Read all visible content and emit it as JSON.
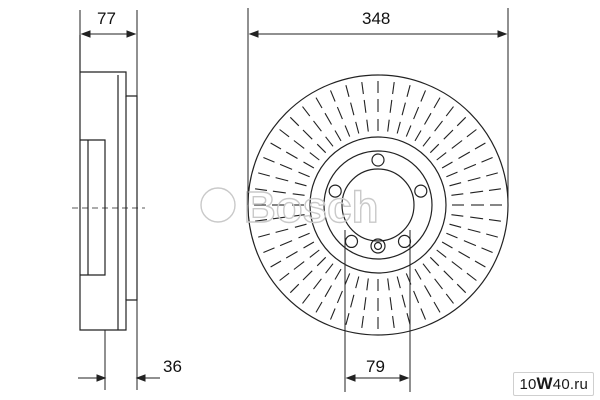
{
  "dimensions": {
    "thickness": "77",
    "diameter": "348",
    "hat_height": "36",
    "center_bore": "79"
  },
  "watermark": {
    "copyright_symbol": "©",
    "brand": "Bosch"
  },
  "badge": {
    "part1": "10",
    "part2": "W",
    "part3": "40",
    "part4": ".ru"
  },
  "colors": {
    "line": "#222222",
    "watermark": "#c9c9c9"
  }
}
